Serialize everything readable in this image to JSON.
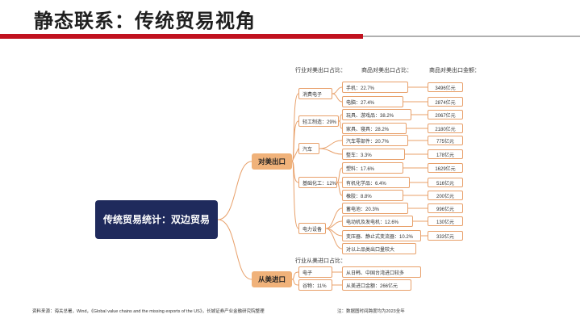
{
  "title": "静态联系：传统贸易视角",
  "headers": {
    "industry_share": "行业对美出口占比：",
    "product_share": "商品对美出口占比：",
    "product_value": "商品对美出口金额：",
    "import_share": "行业从美进口占比："
  },
  "root": "传统贸易统计：双边贸易",
  "export_branch": "对美出口",
  "import_branch": "从美进口",
  "export": {
    "electronics": {
      "label": "消费电子",
      "items": [
        {
          "label": "手机：22.7%",
          "value": "3496亿元"
        },
        {
          "label": "电脑：27.4%",
          "value": "2874亿元"
        }
      ]
    },
    "light": {
      "label": "轻工制造：29%",
      "items": [
        {
          "label": "玩具、游戏品：38.2%",
          "value": "2067亿元"
        },
        {
          "label": "家具、寝具：28.2%",
          "value": "2180亿元"
        }
      ]
    },
    "auto": {
      "label": "汽车",
      "items": [
        {
          "label": "汽车零部件：20.7%",
          "value": "775亿元"
        },
        {
          "label": "整车：3.3%",
          "value": "178亿元"
        }
      ]
    },
    "chem": {
      "label": "基础化工：12%",
      "items": [
        {
          "label": "塑料：17.6%",
          "value": "1629亿元"
        },
        {
          "label": "有机化学品：6.4%",
          "value": "516亿元"
        },
        {
          "label": "橡胶：8.8%",
          "value": "200亿元"
        }
      ]
    },
    "power": {
      "label": "电力设备",
      "items": [
        {
          "label": "蓄电池：20.3%",
          "value": "996亿元"
        },
        {
          "label": "电动机及发电机：12.6%",
          "value": "130亿元"
        },
        {
          "label": "变压器、静止式变流器：10.2%",
          "value": "333亿元"
        }
      ],
      "note": "对以上品类出口量较大"
    }
  },
  "imports": {
    "electronics": {
      "label": "电子",
      "note": "从日韩、中国台湾进口较多"
    },
    "grain": {
      "label": "谷物：11%",
      "note": "从美进口金额：266亿元"
    }
  },
  "footer": {
    "source": "资料来源：海关总署，Wind，《Global value chains and the missing exports of the US》，长城证券产业金融研究院整理",
    "note": "注：数据图时间跨度均为2023全年"
  },
  "colors": {
    "accent": "#c1121f",
    "root_bg": "#1f2a5c",
    "branch_bg": "#f0b27a",
    "line": "#e8a06a"
  }
}
